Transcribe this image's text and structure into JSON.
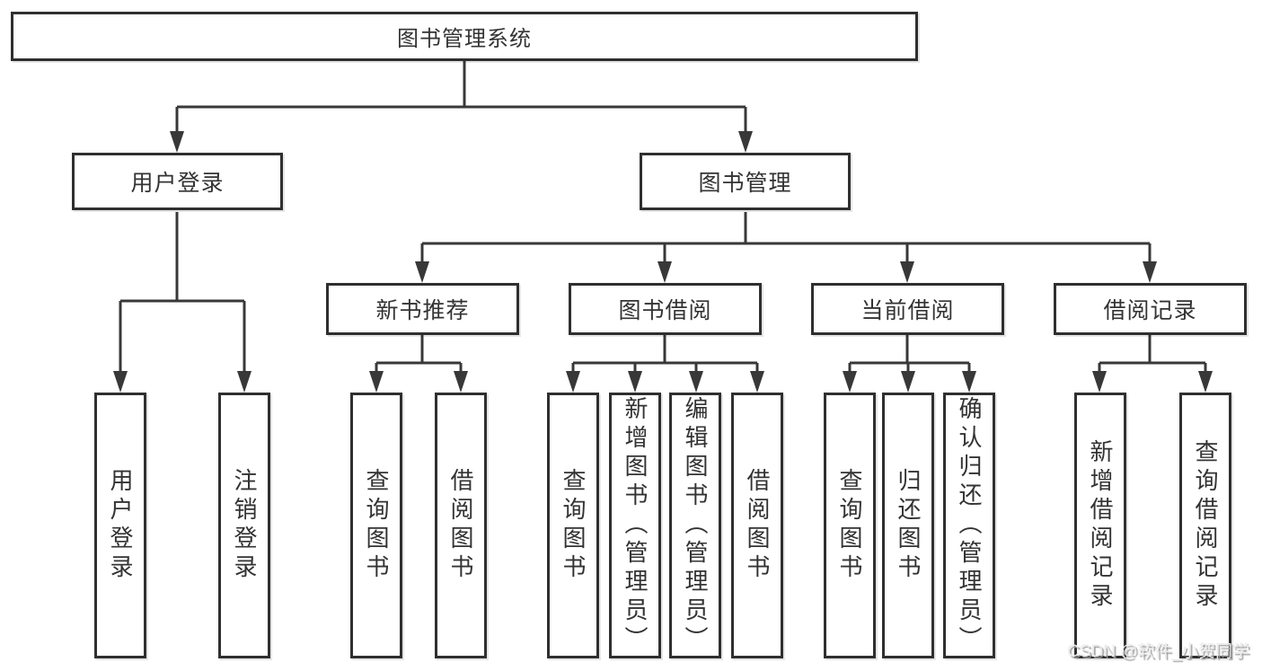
{
  "diagram_title": "图书管理系统",
  "colors": {
    "line": "#383838",
    "box_border": "#2f2f2f",
    "text": "#333333",
    "background": "#ffffff"
  },
  "hierarchy": {
    "root": "图书管理系统",
    "children": [
      {
        "label": "用户登录",
        "children": [
          {
            "label": "用户登录"
          },
          {
            "label": "注销登录"
          }
        ]
      },
      {
        "label": "图书管理",
        "children": [
          {
            "label": "新书推荐",
            "children": [
              {
                "label": "查询图书"
              },
              {
                "label": "借阅图书"
              }
            ]
          },
          {
            "label": "图书借阅",
            "children": [
              {
                "label": "查询图书"
              },
              {
                "label": "新增图书（管理员）"
              },
              {
                "label": "编辑图书（管理员）"
              },
              {
                "label": "借阅图书"
              }
            ]
          },
          {
            "label": "当前借阅",
            "children": [
              {
                "label": "查询图书"
              },
              {
                "label": "归还图书"
              },
              {
                "label": "确认归还（管理员）"
              }
            ]
          },
          {
            "label": "借阅记录",
            "children": [
              {
                "label": "新增借阅记录"
              },
              {
                "label": "查询借阅记录"
              }
            ]
          }
        ]
      }
    ]
  },
  "watermark": {
    "text": "CSDN @软件_小贺同学"
  }
}
